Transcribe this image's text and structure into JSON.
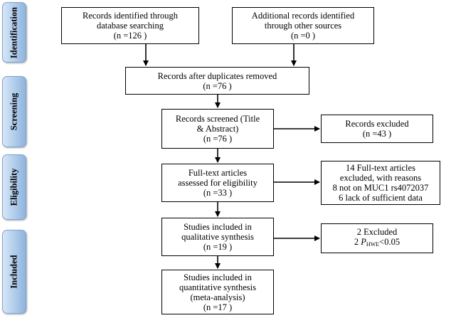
{
  "stages": [
    {
      "id": "identification",
      "label": "Identification"
    },
    {
      "id": "screening",
      "label": "Screening"
    },
    {
      "id": "eligibility",
      "label": "Eligibility"
    },
    {
      "id": "included",
      "label": "Included"
    }
  ],
  "boxes": {
    "db_search": {
      "lines": [
        "Records identified through",
        "database searching",
        "(n =126 )"
      ]
    },
    "other_sources": {
      "lines": [
        "Additional records identified",
        "through other sources",
        "(n =0 )"
      ]
    },
    "duplicates_removed": {
      "lines": [
        "Records after duplicates removed",
        "(n =76 )"
      ]
    },
    "screened": {
      "lines": [
        "Records screened (Title",
        "& Abstract)",
        "(n =76 )"
      ]
    },
    "excluded": {
      "lines": [
        "Records excluded",
        "(n =43 )"
      ]
    },
    "full_text": {
      "lines": [
        "Full-text articles",
        "assessed for eligibility",
        "(n =33 )"
      ]
    },
    "full_text_excluded": {
      "lines": [
        "14 Full-text articles",
        "excluded, with reasons",
        "8 not on MUC1 rs4072037",
        "6 lack of sufficient data"
      ]
    },
    "qualitative": {
      "lines": [
        "Studies included in",
        "qualitative synthesis",
        "(n =19 )"
      ]
    },
    "hwe_excluded": {
      "line1": "2 Excluded",
      "line2_prefix": "2 ",
      "p_symbol": "P",
      "p_subscript": "HWE",
      "line2_suffix": "<0.05"
    },
    "quantitative": {
      "lines": [
        "Studies included in",
        "quantitative synthesis",
        "(meta-analysis)",
        "(n =17 )"
      ]
    }
  }
}
